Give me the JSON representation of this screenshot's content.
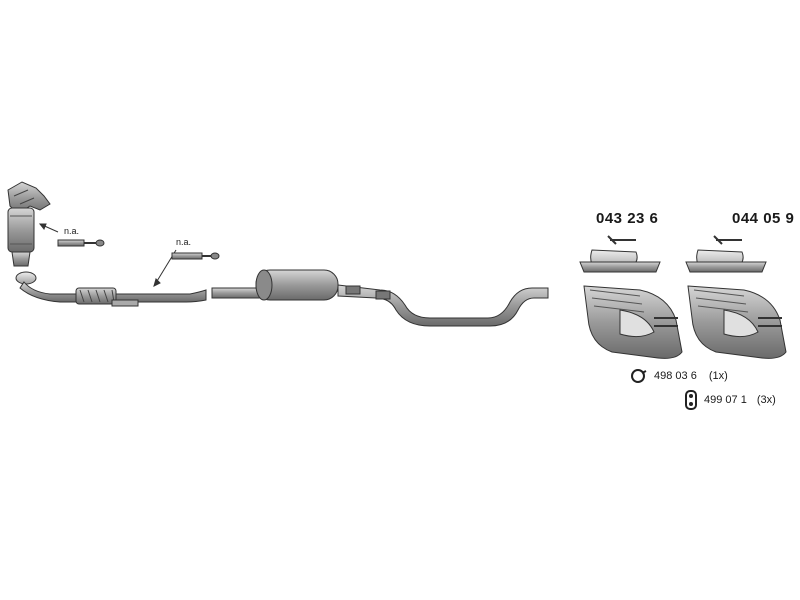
{
  "parts": {
    "left_rear_silencer": "043 23 6",
    "right_rear_silencer": "044 05 9"
  },
  "annotations": {
    "na_upper": "n.a.",
    "na_middle": "n.a."
  },
  "legend": [
    {
      "icon": "rubber-ring-icon",
      "code": "498 03 6",
      "qty": "(1x)"
    },
    {
      "icon": "rubber-mount-icon",
      "code": "499 07 1",
      "qty": "(3x)"
    }
  ]
}
